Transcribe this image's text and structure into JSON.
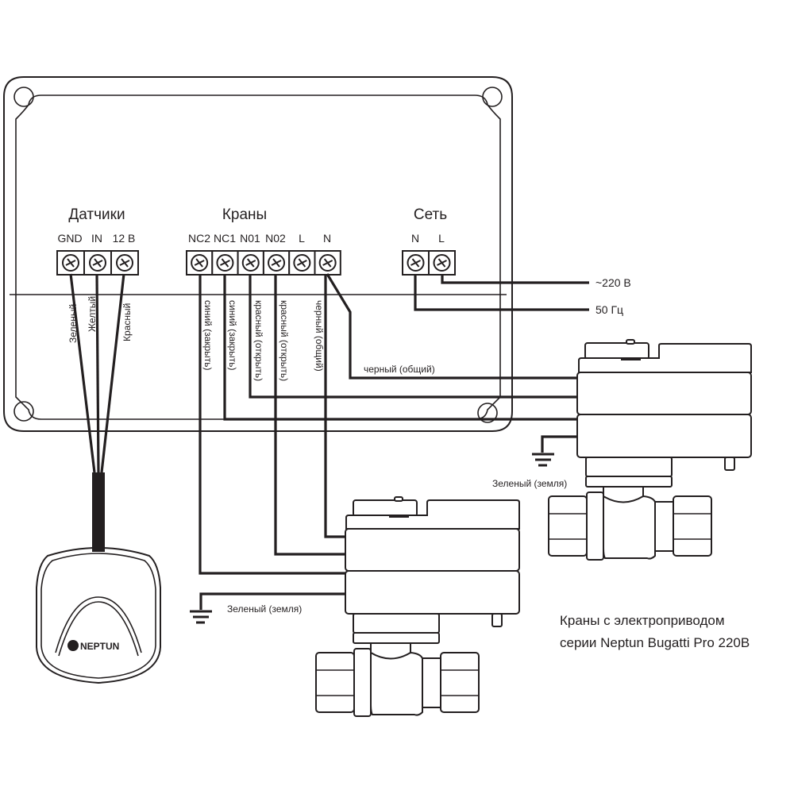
{
  "diagram": {
    "title": "Схема подключения Neptun",
    "groups": {
      "sensors": {
        "label": "Датчики",
        "terminals": [
          "GND",
          "IN",
          "12 В"
        ],
        "wires": [
          "Зеленый",
          "Желтый",
          "Красный"
        ]
      },
      "valves": {
        "label": "Краны",
        "terminals": [
          "NC2",
          "NC1",
          "N01",
          "N02",
          "L",
          "N"
        ],
        "wires": [
          "синий (закрыть)",
          "синий (закрыть)",
          "красный (открыть)",
          "красный (открыть)",
          "черный (общий)"
        ]
      },
      "network": {
        "label": "Сеть",
        "terminals": [
          "N",
          "L"
        ],
        "supply": [
          "~220 В",
          "50 Гц"
        ]
      }
    },
    "common_wire_label": "черный (общий)",
    "ground_label_1": "Зеленый (земля)",
    "ground_label_2": "Зеленый (земля)",
    "sensor_brand": "NEPTUN",
    "caption": {
      "line1": "Краны с электроприводом",
      "line2": "серии Neptun Bugatti Pro 220В"
    }
  }
}
